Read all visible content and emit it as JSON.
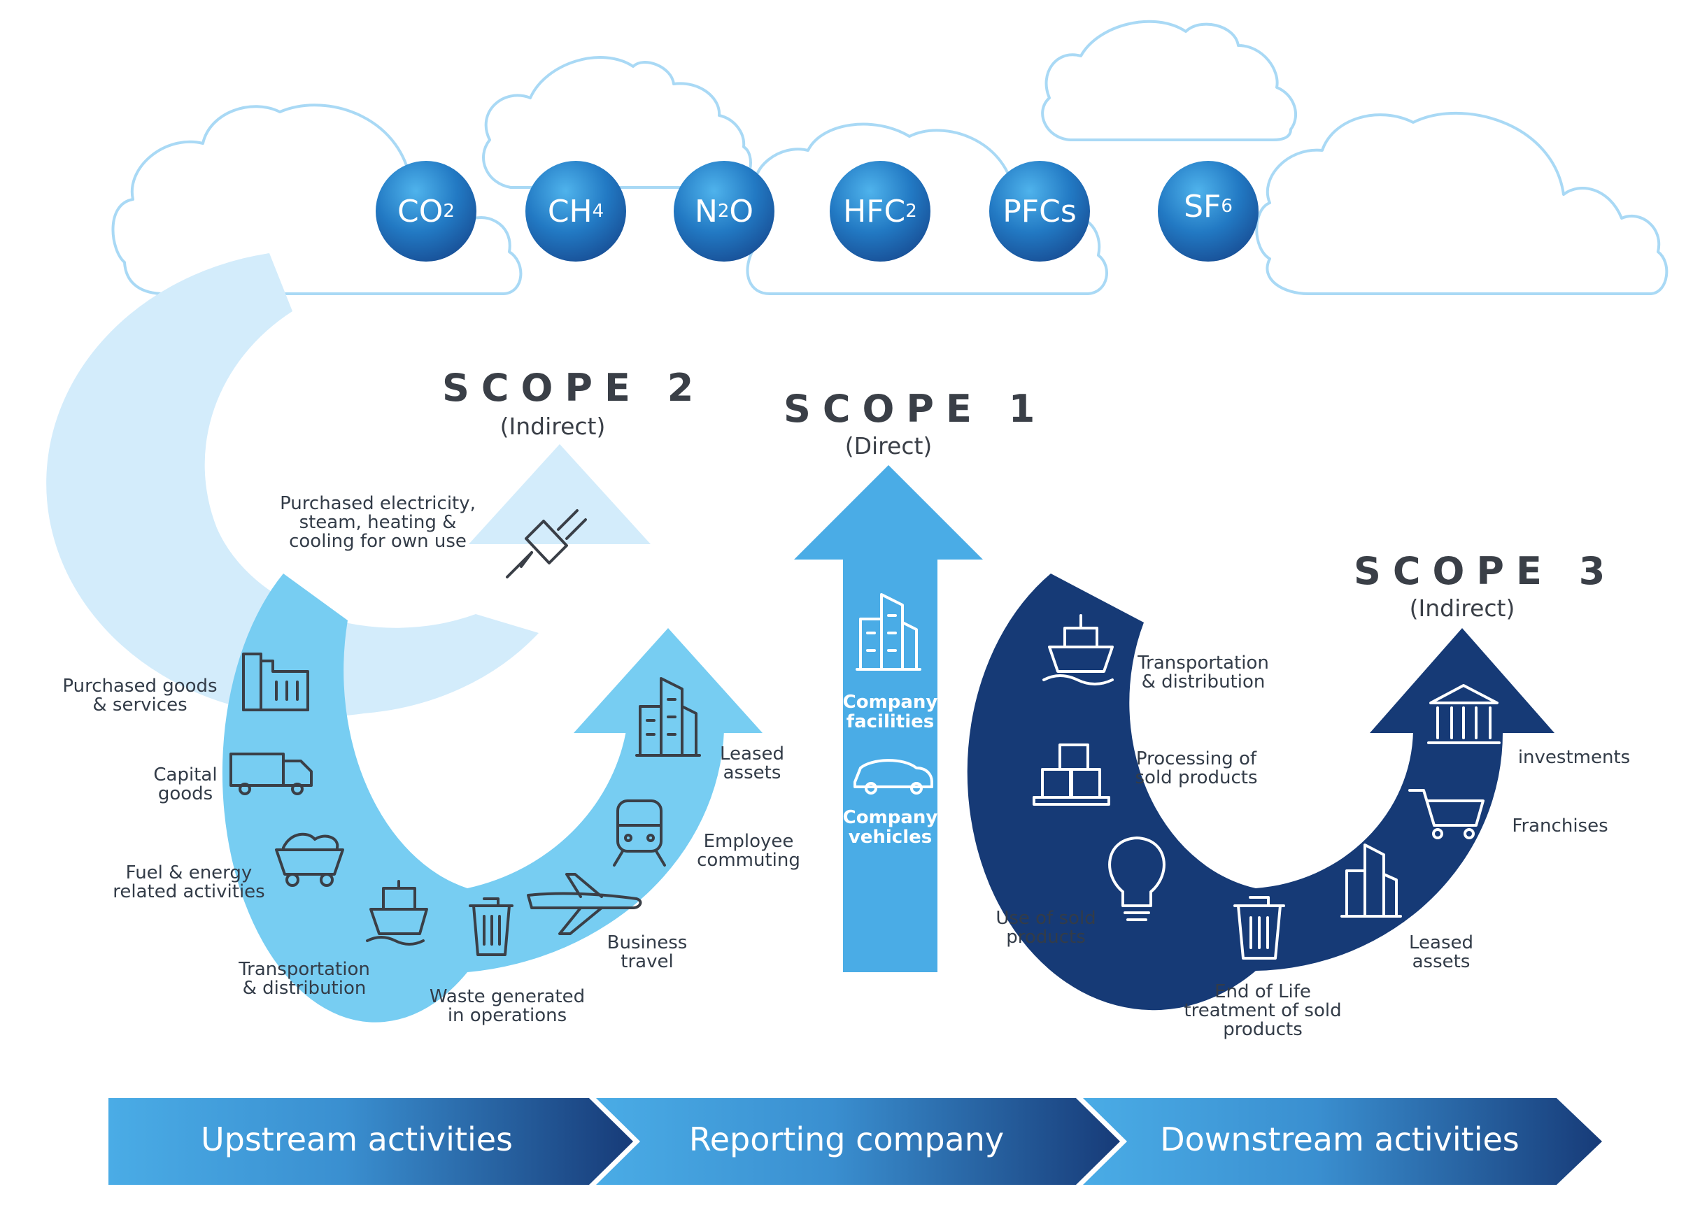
{
  "gases": [
    {
      "base": "CO",
      "sub": "2"
    },
    {
      "base": "CH",
      "sub": "4"
    },
    {
      "base": "N",
      "sub": "2",
      "suffix": "O"
    },
    {
      "base": "HFC",
      "sub": "2"
    },
    {
      "base": "PFCs",
      "sub": ""
    },
    {
      "base": "SF",
      "sub": "6"
    }
  ],
  "scope2": {
    "title": "SCOPE 2",
    "subtitle": "(Indirect)",
    "item": "Purchased electricity,\nsteam, heating &\ncooling for own use"
  },
  "scope1": {
    "title": "SCOPE 1",
    "subtitle": "(Direct)",
    "facilities": "Company\nfacilities",
    "vehicles": "Company\nvehicles"
  },
  "scope3": {
    "title": "SCOPE 3",
    "subtitle": "(Indirect)"
  },
  "upstream_items": {
    "purchased_goods": "Purchased goods\n& services",
    "capital_goods": "Capital\ngoods",
    "fuel_energy": "Fuel & energy\nrelated activities",
    "transportation": "Transportation\n& distribution",
    "waste": "Waste generated\nin operations",
    "business_travel": "Business\ntravel",
    "employee_commuting": "Employee\ncommuting",
    "leased_assets": "Leased\nassets"
  },
  "downstream_items": {
    "transportation": "Transportation\n& distribution",
    "processing": "Processing of\nsold products",
    "use_of_sold": "Use of sold\nproducts",
    "end_of_life": "End of Life\ntreatment of sold\nproducts",
    "leased_assets": "Leased\nassets",
    "franchises": "Franchises",
    "investments": "investments"
  },
  "stages": [
    "Upstream activities",
    "Reporting company",
    "Downstream activities"
  ],
  "colors": {
    "light_arrow": "#d3ecfb",
    "mid_arrow": "#77cdf2",
    "scope1_arrow": "#4aace6",
    "dark_arrow": "#163a76",
    "cloud_stroke": "#a9d9f5",
    "text": "#3a3f47",
    "icon_stroke": "#3a3f47"
  }
}
